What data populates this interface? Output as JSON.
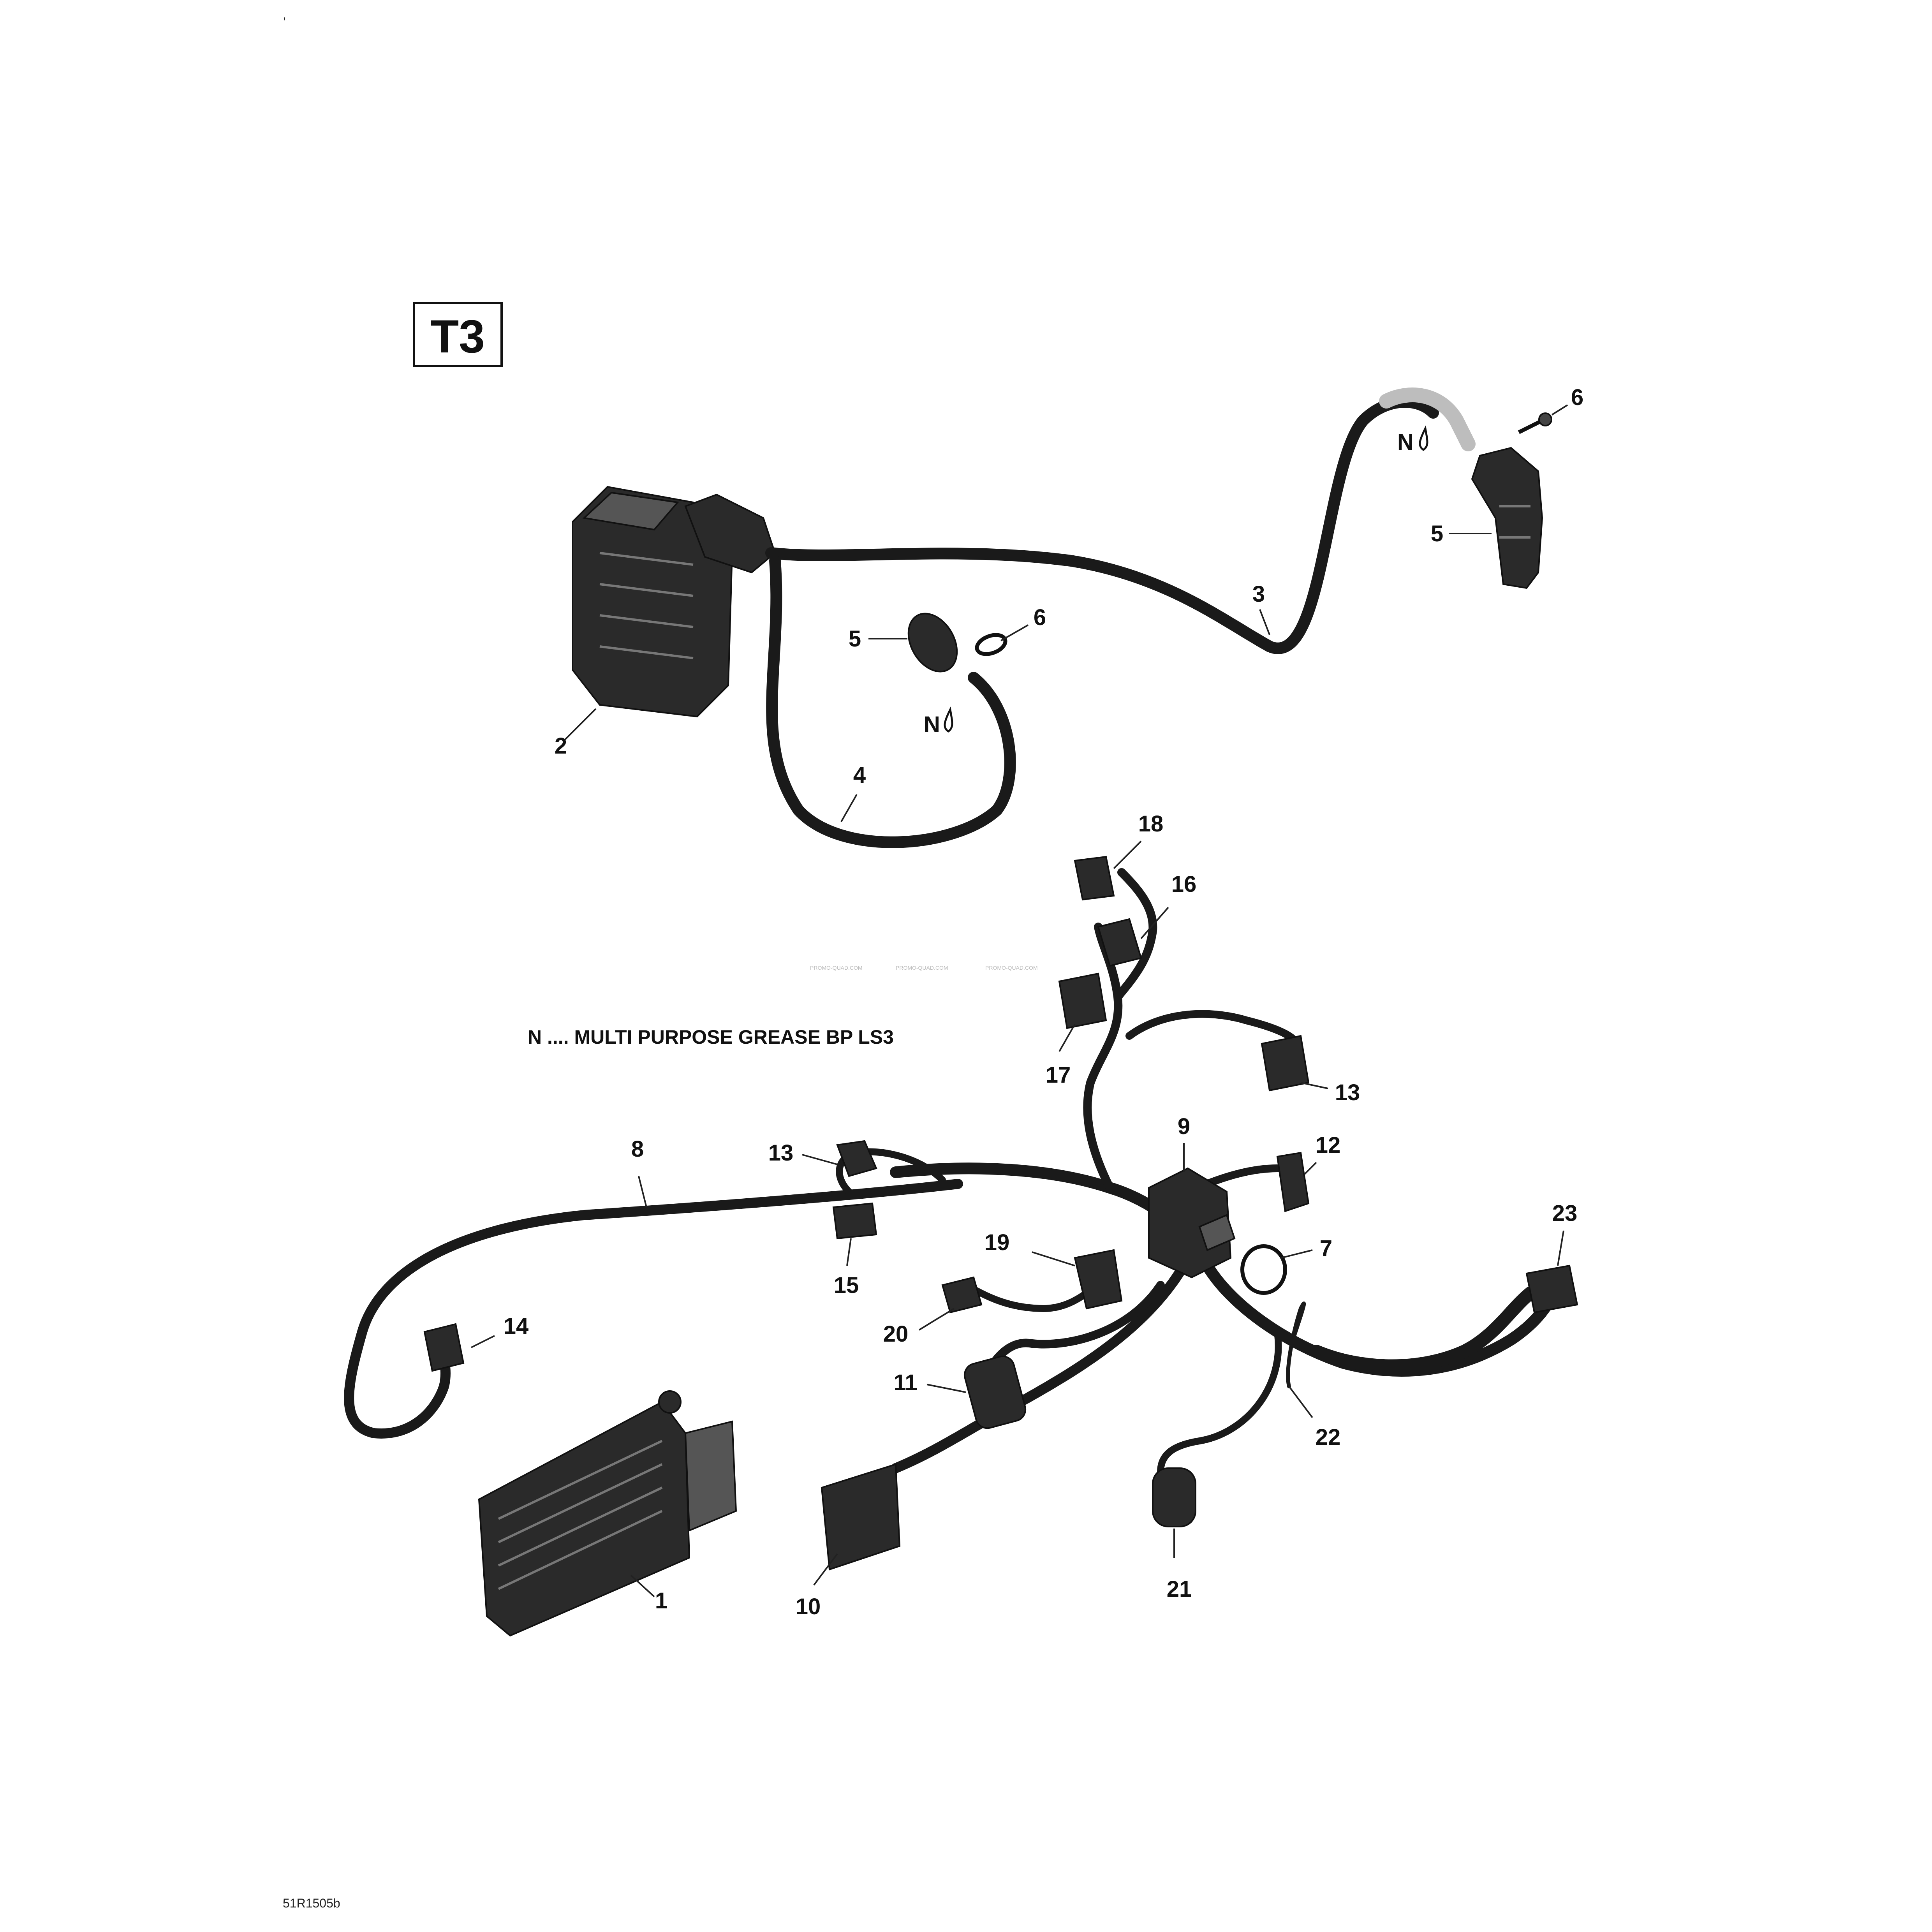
{
  "page": {
    "model_box_label": "T3",
    "legend_text": "N .... MULTI PURPOSE GREASE BP LS3",
    "grease_symbol_label": "N",
    "drawing_code": "51R1505b",
    "watermark_text": "PROMO-QUAD.COM",
    "corner_mark": ","
  },
  "callouts": [
    {
      "id": "c1",
      "label": "1"
    },
    {
      "id": "c2",
      "label": "2"
    },
    {
      "id": "c3",
      "label": "3"
    },
    {
      "id": "c4",
      "label": "4"
    },
    {
      "id": "c5a",
      "label": "5"
    },
    {
      "id": "c5b",
      "label": "5"
    },
    {
      "id": "c6a",
      "label": "6"
    },
    {
      "id": "c6b",
      "label": "6"
    },
    {
      "id": "c7",
      "label": "7"
    },
    {
      "id": "c8",
      "label": "8"
    },
    {
      "id": "c9",
      "label": "9"
    },
    {
      "id": "c10",
      "label": "10"
    },
    {
      "id": "c11",
      "label": "11"
    },
    {
      "id": "c12",
      "label": "12"
    },
    {
      "id": "c13a",
      "label": "13"
    },
    {
      "id": "c13b",
      "label": "13"
    },
    {
      "id": "c14",
      "label": "14"
    },
    {
      "id": "c15",
      "label": "15"
    },
    {
      "id": "c16",
      "label": "16"
    },
    {
      "id": "c17",
      "label": "17"
    },
    {
      "id": "c18",
      "label": "18"
    },
    {
      "id": "c19",
      "label": "19"
    },
    {
      "id": "c20",
      "label": "20"
    },
    {
      "id": "c21",
      "label": "21"
    },
    {
      "id": "c22",
      "label": "22"
    },
    {
      "id": "c23",
      "label": "23"
    }
  ]
}
